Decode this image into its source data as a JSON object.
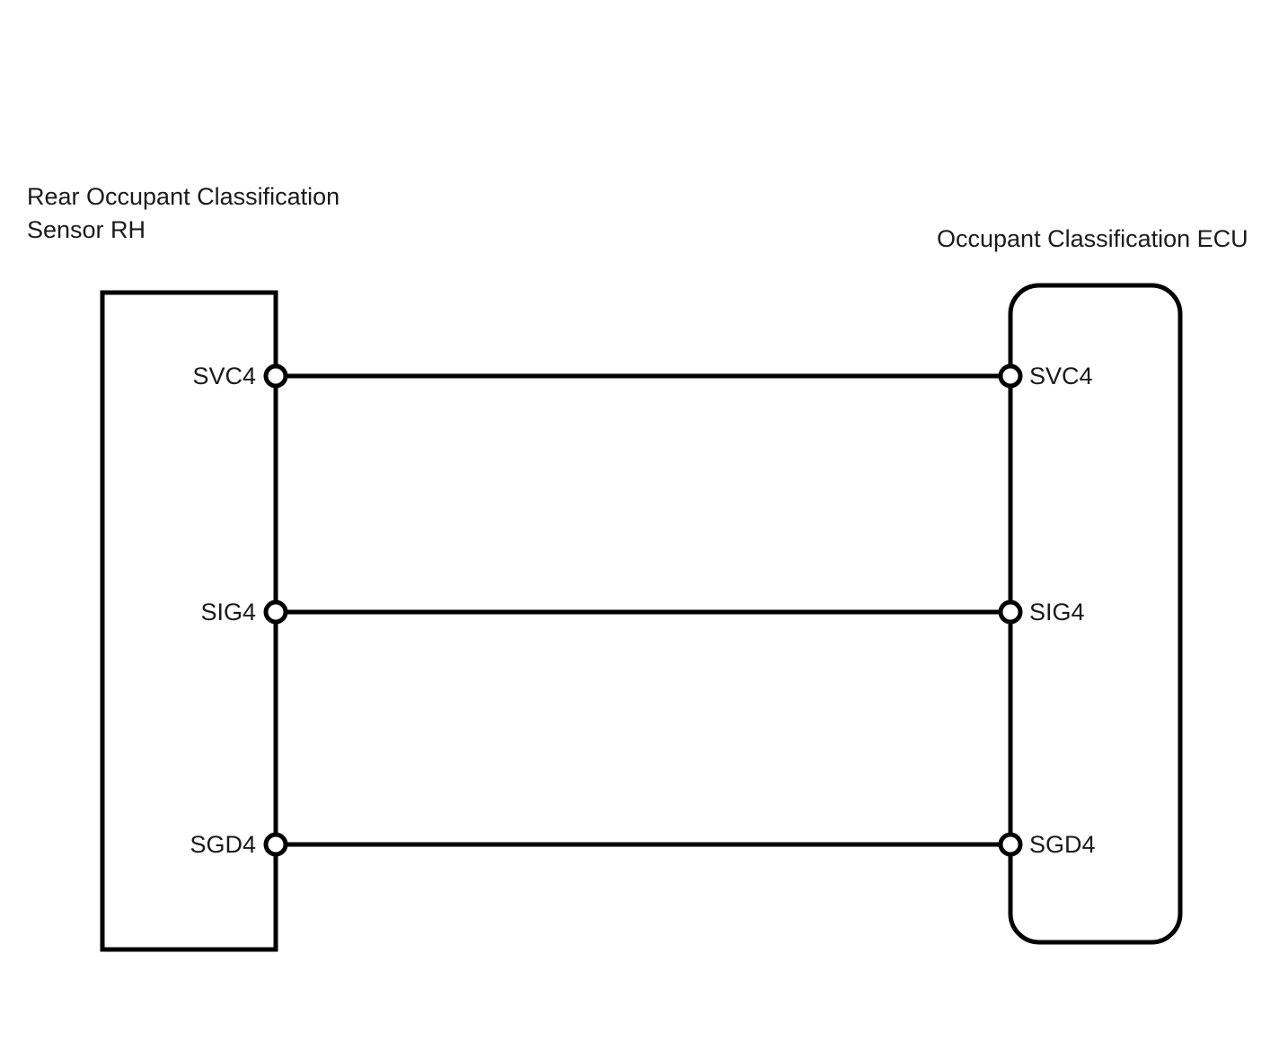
{
  "diagram": {
    "type": "automotive-wiring-connector-diagram",
    "background_color": "#ffffff",
    "line_color": "#000000",
    "text_color": "#1a1a1a",
    "left_component": {
      "title_line1": "Rear Occupant Classification",
      "title_line2": "Sensor RH",
      "shape": "rectangle",
      "terminals": [
        {
          "label": "SVC4"
        },
        {
          "label": "SIG4"
        },
        {
          "label": "SGD4"
        }
      ]
    },
    "right_component": {
      "title": "Occupant Classification ECU",
      "shape": "rounded-rectangle",
      "terminals": [
        {
          "label": "SVC4"
        },
        {
          "label": "SIG4"
        },
        {
          "label": "SGD4"
        }
      ]
    },
    "connections": [
      {
        "from": "SVC4",
        "to": "SVC4"
      },
      {
        "from": "SIG4",
        "to": "SIG4"
      },
      {
        "from": "SGD4",
        "to": "SGD4"
      }
    ]
  }
}
